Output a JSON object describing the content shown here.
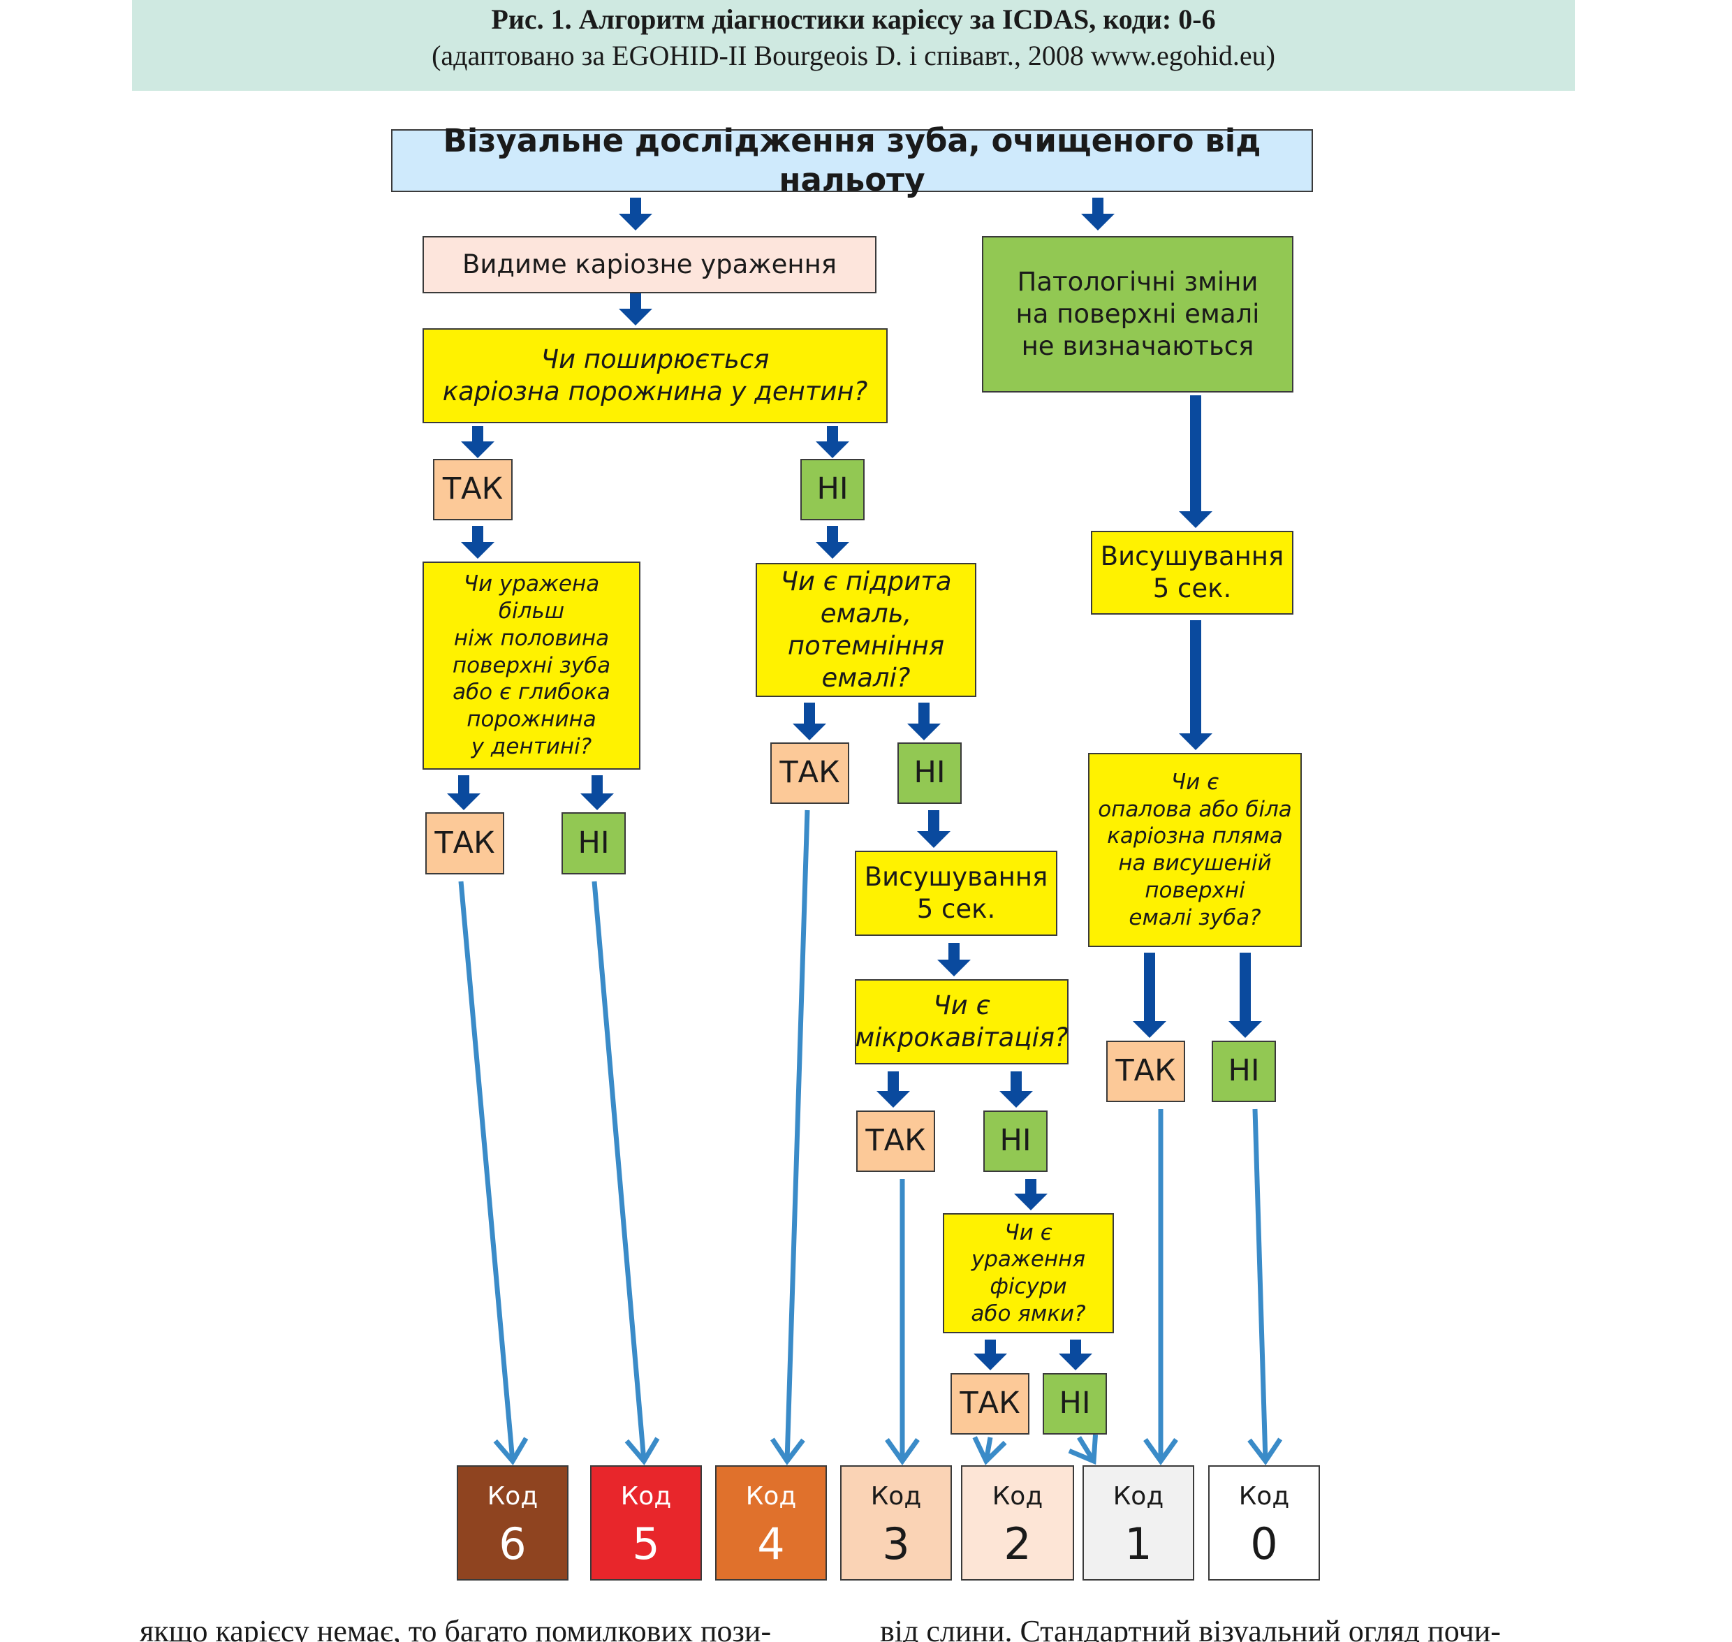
{
  "header": {
    "title": "Рис. 1. Алгоритм діагностики карієсу за ICDAS, коди: 0-6",
    "subtitle": "(адаптовано за EGOHID-II Bourgeois D. і співавт., 2008  www.egohid.eu)"
  },
  "nodes": {
    "start": "Візуальне дослідження зуба, очищеного від нальоту",
    "visible_lesion": "Видиме каріозне ураження",
    "no_changes": "Патологічні зміни\nна поверхні емалі\nне визначаються",
    "q_dentin": "Чи поширюється\nкаріозна порожнина у дентин?",
    "q_half": "Чи уражена\nбільш\nніж половина\nповерхні зуба\nабо є глибока\nпорожнина\nу дентині?",
    "q_enamel": "Чи є підрита\nемаль,\nпотемніння\nемалі?",
    "dry_mid": "Висушування\n5 сек.",
    "q_micro": "Чи є\nмікрокавітація?",
    "q_fissure": "Чи є\nураження\nфісури\nабо ямки?",
    "dry_right": "Висушування\n5 сек.",
    "q_opal": "Чи є\nопалова або біла\nкаріозна пляма\nна висушеній\nповерхні\nемалі зуба?"
  },
  "answers": {
    "yes": "ТАК",
    "no": "НІ"
  },
  "codes": [
    {
      "label": "Код",
      "value": "6",
      "color": "#8f4420",
      "text_color": "#ffffff"
    },
    {
      "label": "Код",
      "value": "5",
      "color": "#e8262b",
      "text_color": "#ffffff"
    },
    {
      "label": "Код",
      "value": "4",
      "color": "#e0712c",
      "text_color": "#ffffff"
    },
    {
      "label": "Код",
      "value": "3",
      "color": "#fad3b5",
      "text_color": "#1a1a1a"
    },
    {
      "label": "Код",
      "value": "2",
      "color": "#fde5d6",
      "text_color": "#1a1a1a"
    },
    {
      "label": "Код",
      "value": "1",
      "color": "#f1f1f1",
      "text_color": "#1a1a1a"
    },
    {
      "label": "Код",
      "value": "0",
      "color": "#ffffff",
      "text_color": "#1a1a1a"
    }
  ],
  "body_text": {
    "left": "якщо карієсу немає, то багато помилкових пози-",
    "right": "від слини. Стандартний візуальний огляд почи-"
  },
  "colors": {
    "dark_arrow": "#0a4a9e",
    "light_arrow": "#3a8bc8"
  }
}
